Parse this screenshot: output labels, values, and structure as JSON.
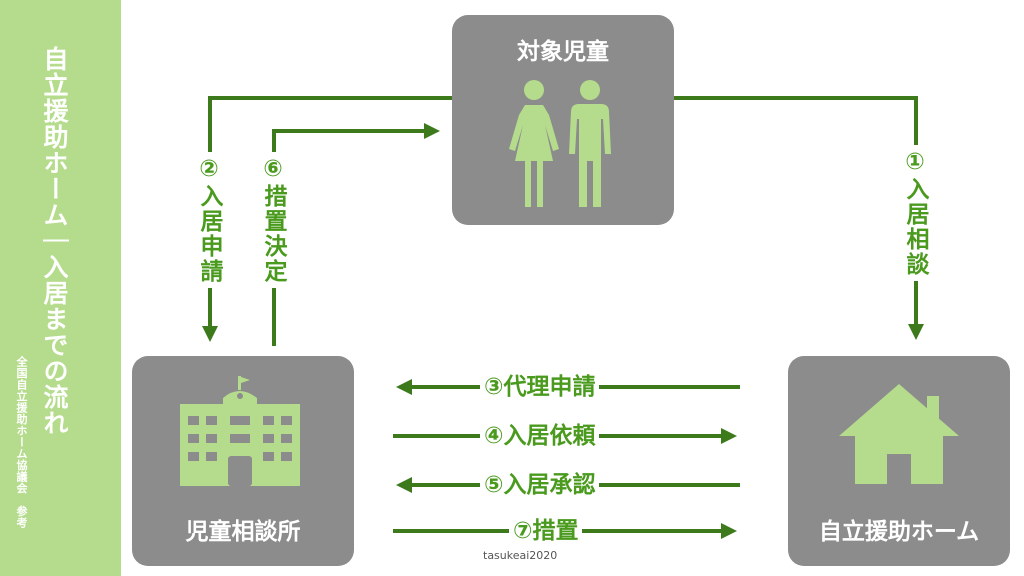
{
  "sidebar": {
    "title": "自立援助ホーム｜入居までの流れ",
    "subtitle": "全国自立援助ホーム協議会　参考"
  },
  "nodes": {
    "target": "対象児童",
    "guidance_center": "児童相談所",
    "home": "自立援助ホーム"
  },
  "steps": {
    "s1": "①入居相談",
    "s2": "②入居申請",
    "s3": "③代理申請",
    "s4": "④入居依頼",
    "s5": "⑤入居承認",
    "s6": "⑥措置決定",
    "s7": "⑦措置"
  },
  "credit": "tasukeai2020",
  "colors": {
    "sidebar": "#b5dc8c",
    "box": "#8c8c8c",
    "icon": "#b5dc8c",
    "arrow": "#3d7a1c",
    "label": "#4a9a1e"
  }
}
